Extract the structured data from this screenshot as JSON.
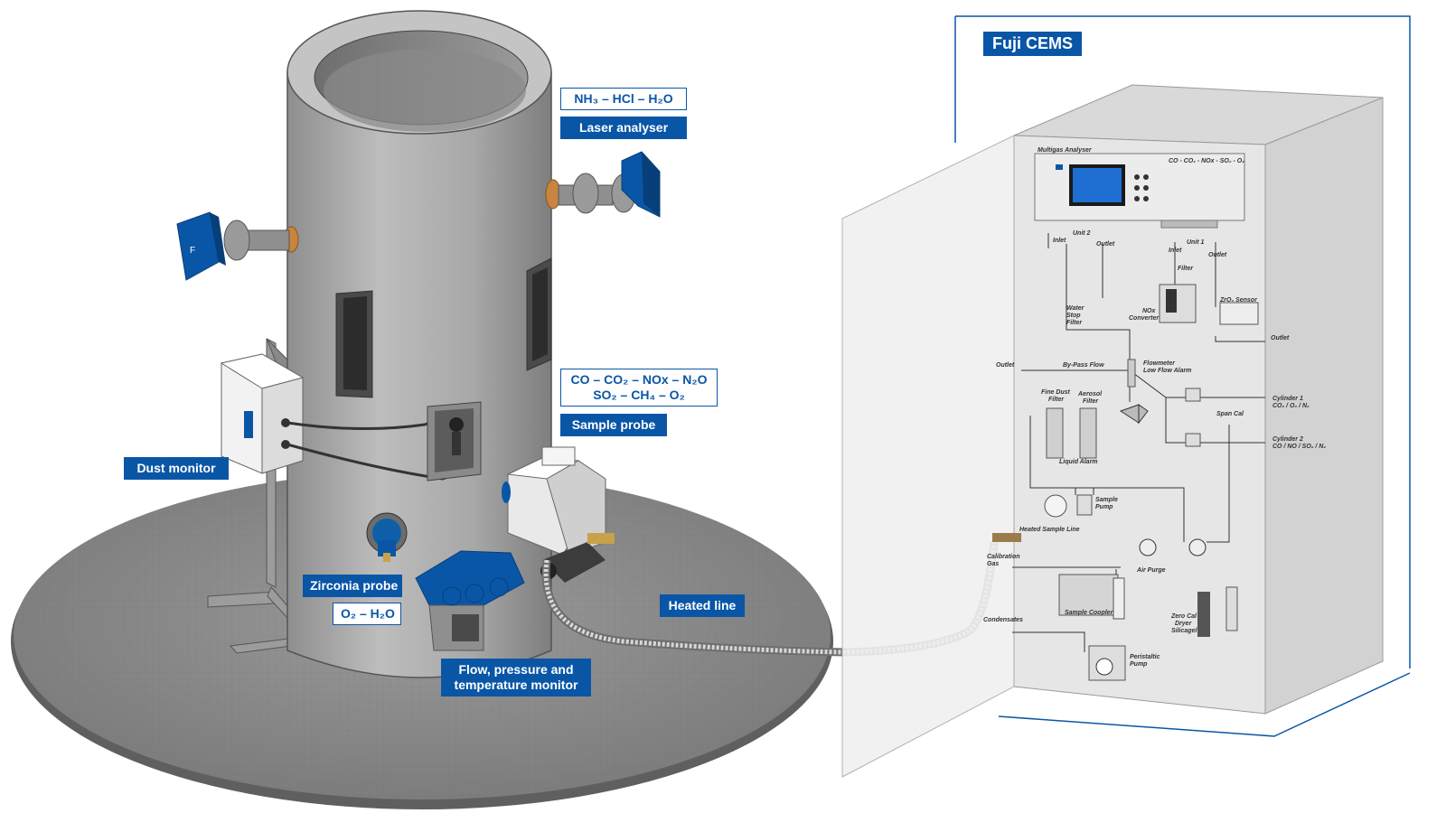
{
  "cems_title": "Fuji CEMS",
  "labels": {
    "laser_gases": "NH₃ – HCl – H₂O",
    "laser_analyser": "Laser analyser",
    "sample_gases_1": "CO – CO₂ – NOx – N₂O",
    "sample_gases_2": "SO₂ – CH₄ – O₂",
    "sample_probe": "Sample probe",
    "dust_monitor": "Dust monitor",
    "zirconia_probe": "Zirconia probe",
    "zirconia_gases": "O₂ – H₂O",
    "heated_line": "Heated line",
    "flow_monitor_1": "Flow, pressure and",
    "flow_monitor_2": "temperature monitor"
  },
  "cabinet": {
    "analyser_title": "Multigas Analyser",
    "analyser_gases": "CO - CO₂ - NOx - SO₂ - O₂",
    "unit2": "Unit 2",
    "unit1": "Unit 1",
    "inlet": "Inlet",
    "outlet": "Outlet",
    "filter": "Filter",
    "water_stop_filter_1": "Water",
    "water_stop_filter_2": "Stop",
    "water_stop_filter_3": "Filter",
    "nox_converter_1": "NOx",
    "nox_converter_2": "Converter",
    "zro2_sensor": "ZrO₂ Sensor",
    "outlet_right": "Outlet",
    "bypass_flow": "By-Pass Flow",
    "outlet_left": "Outlet",
    "flowmeter_1": "Flowmeter",
    "flowmeter_2": "Low Flow Alarm",
    "fine_dust_filter_1": "Fine Dust",
    "fine_dust_filter_2": "Filter",
    "aerosol_filter_1": "Aerosol",
    "aerosol_filter_2": "Filter",
    "span_cal": "Span Cal",
    "cylinder1_1": "Cylinder 1",
    "cylinder1_2": "CO₂ / O₂ / N₂",
    "cylinder2_1": "Cylinder 2",
    "cylinder2_2": "CO / NO / SO₂ / N₂",
    "liquid_alarm": "Liquid Alarm",
    "sample_pump_1": "Sample",
    "sample_pump_2": "Pump",
    "heated_sample_line": "Heated Sample Line",
    "calibration_gas_1": "Calibration",
    "calibration_gas_2": "Gas",
    "air_purge": "Air Purge",
    "sample_coopler": "Sample Coopler",
    "zero_cal_1": "Zero Cal",
    "zero_cal_2": "Dryer",
    "zero_cal_3": "Silicagel",
    "condensates": "Condensates",
    "peristaltic_1": "Peristaltic",
    "peristaltic_2": "Pump"
  },
  "colors": {
    "brand_blue": "#0a56a6",
    "stack_grey": "#b4b4b4",
    "platform_grey": "#8c8c8c",
    "cabinet_panel": "#e4e4e4",
    "copper": "#c9853f"
  },
  "icons": [
    "laser-emitter-icon",
    "laser-receiver-icon",
    "dust-monitor-icon",
    "sample-probe-icon",
    "zirconia-probe-icon",
    "flow-monitor-icon",
    "heated-line-icon",
    "multigas-analyser-icon"
  ]
}
